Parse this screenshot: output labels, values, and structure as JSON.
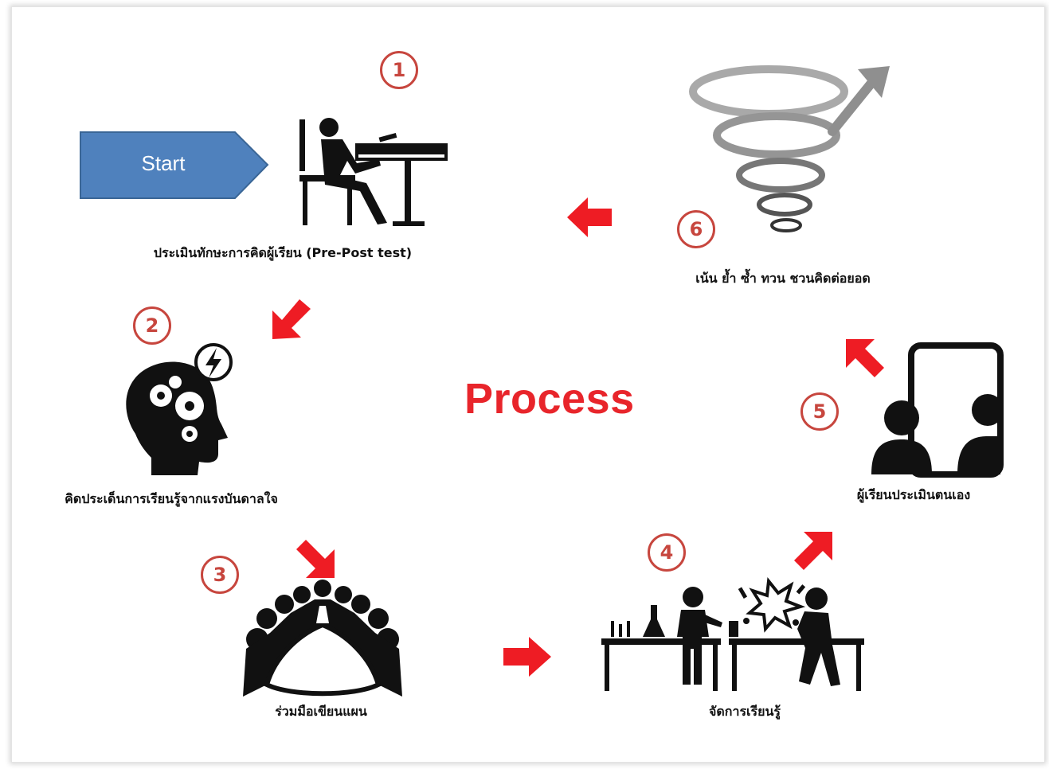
{
  "diagram": {
    "center_title": "Process",
    "start_label": "Start",
    "colors": {
      "arrow": "#ee1c24",
      "badge": "#c7463e",
      "title": "#e8252b",
      "start_fill": "#4f81bd"
    },
    "steps": [
      {
        "number": "1",
        "caption": "ประเมินทักษะการคิดผู้เรียน (Pre-Post test)",
        "icon": "student-at-desk-icon"
      },
      {
        "number": "2",
        "caption": "คิดประเด็นการเรียนรู้จากแรงบันดาลใจ",
        "icon": "head-gears-idea-icon"
      },
      {
        "number": "3",
        "caption": "ร่วมมือเขียนแผน",
        "icon": "meeting-table-icon"
      },
      {
        "number": "4",
        "caption": "จัดการเรียนรู้",
        "icon": "lab-experiment-icon"
      },
      {
        "number": "5",
        "caption": "ผู้เรียนประเมินตนเอง",
        "icon": "self-assessment-people-icon"
      },
      {
        "number": "6",
        "caption": "เน้น ย้ำ ซ้ำ ทวน ชวนคิดต่อยอด",
        "icon": "spiral-arrow-icon"
      }
    ]
  }
}
